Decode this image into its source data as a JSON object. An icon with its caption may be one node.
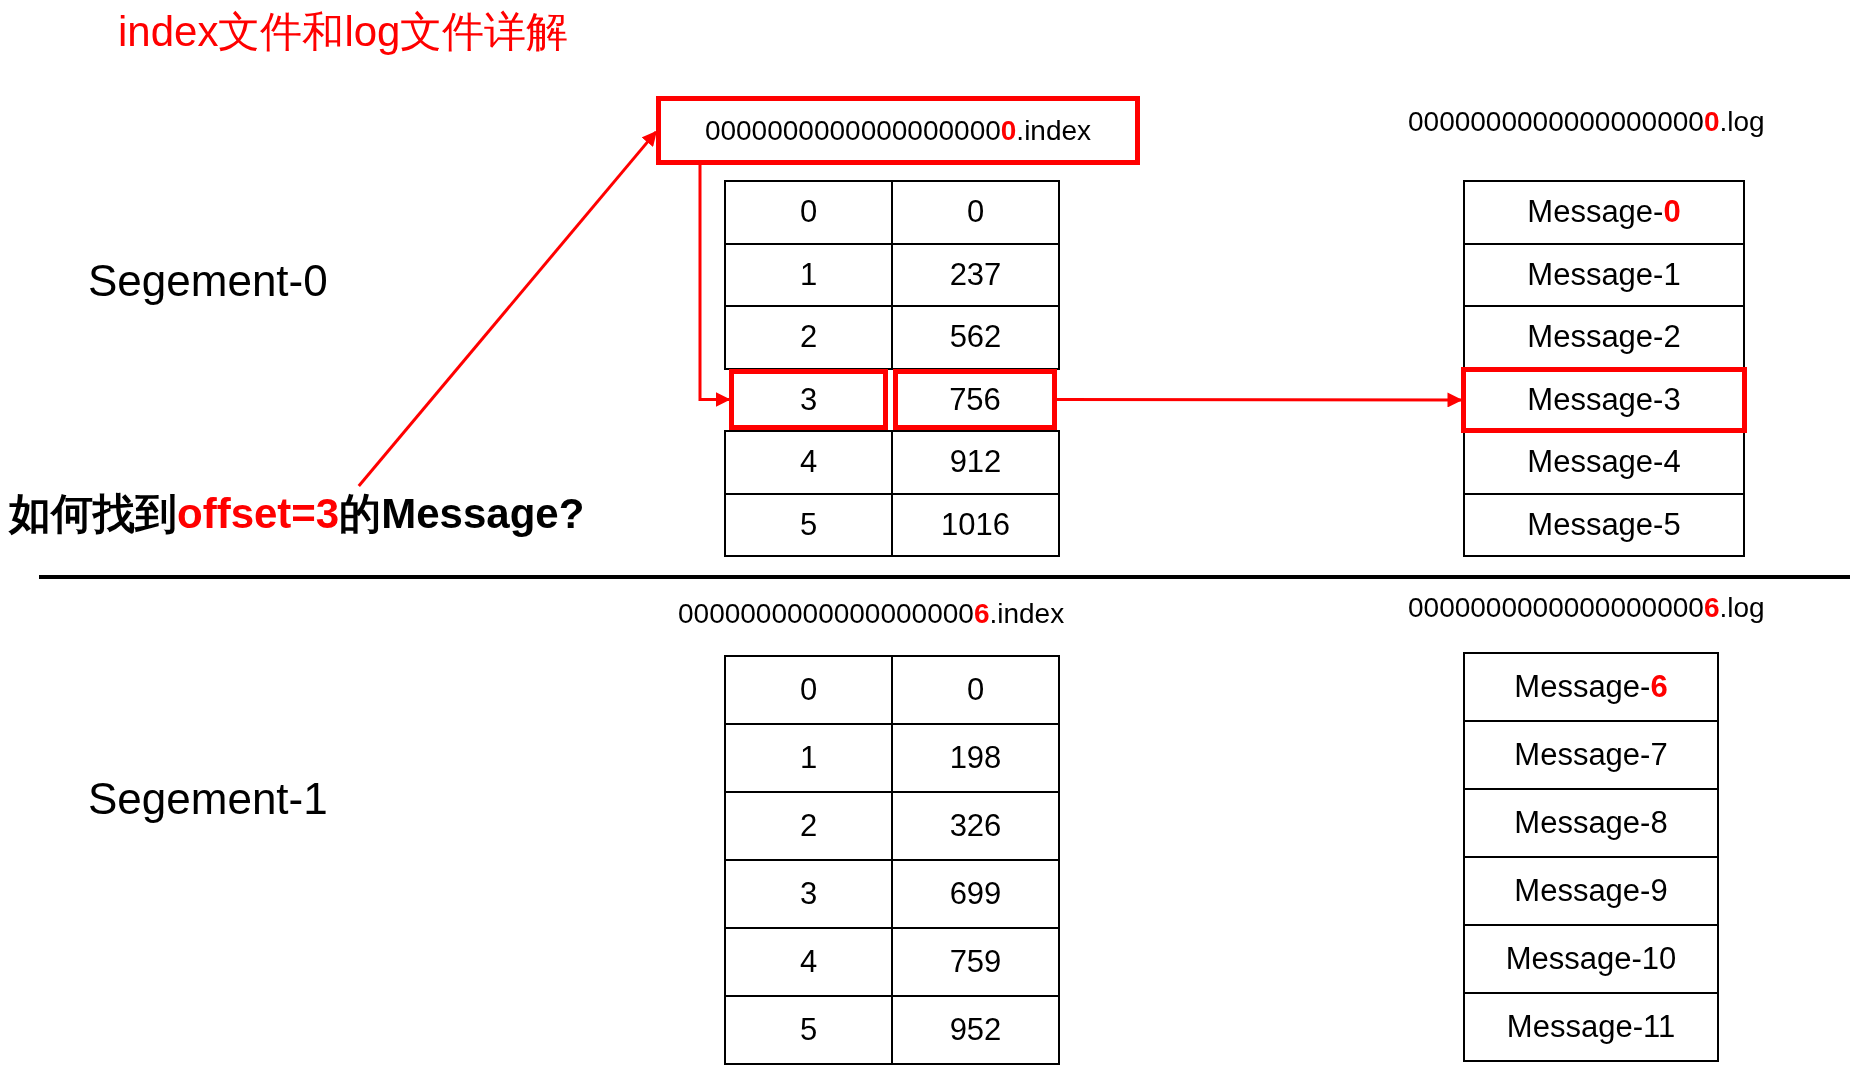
{
  "diagram": {
    "title": "index文件和log文件详解",
    "nodes": [
      {
        "text": [
          "0000000000000000000**0**.index"
        ]
      },
      {
        "text": [
          "0"
        ]
      },
      {
        "text": [
          "0"
        ]
      },
      {
        "text": [
          "1"
        ]
      },
      {
        "text": [
          "237"
        ]
      },
      {
        "text": [
          "2"
        ]
      },
      {
        "text": [
          "562"
        ]
      },
      {
        "text": [
          "3"
        ]
      },
      {
        "text": [
          "756"
        ]
      },
      {
        "text": [
          "4"
        ]
      },
      {
        "text": [
          "912"
        ]
      },
      {
        "text": [
          "5"
        ]
      },
      {
        "text": [
          "1016"
        ]
      },
      {
        "text": [
          "Message-**0**"
        ]
      },
      {
        "text": [
          "Message-1"
        ]
      },
      {
        "text": [
          "Message-2"
        ]
      },
      {
        "text": [
          "Message-3"
        ]
      },
      {
        "text": [
          "Message-4"
        ]
      },
      {
        "text": [
          "Message-5"
        ]
      },
      {
        "text": [
          "如何找到**offset=3**的Message?"
        ]
      },
      {
        "text": [
          "0"
        ]
      },
      {
        "text": [
          "0"
        ]
      },
      {
        "text": [
          "1"
        ]
      },
      {
        "text": [
          "198"
        ]
      },
      {
        "text": [
          "2"
        ]
      },
      {
        "text": [
          "326"
        ]
      },
      {
        "text": [
          "3"
        ]
      },
      {
        "text": [
          "699"
        ]
      },
      {
        "text": [
          "4"
        ]
      },
      {
        "text": [
          "759"
        ]
      },
      {
        "text": [
          "5"
        ]
      },
      {
        "text": [
          "952"
        ]
      },
      {
        "text": [
          "Message-**6**"
        ]
      },
      {
        "text": [
          "Message-7"
        ]
      },
      {
        "text": [
          "Message-8"
        ]
      },
      {
        "text": [
          "Message-9"
        ]
      },
      {
        "text": [
          "Message-10"
        ]
      },
      {
        "text": [
          "Message-11"
        ]
      }
    ],
    "edges": [
      {
        "from": 19,
        "to": 0,
        "arrow": "to"
      },
      {
        "from": 0,
        "to": 7,
        "arrow": "to"
      },
      {
        "from": 8,
        "to": 16,
        "arrow": "to"
      }
    ],
    "labels": [
      "0000000000000000000**0**.log",
      "Segement-0",
      "0000000000000000000**6**.index",
      "0000000000000000000**6**.log",
      "Segement-1"
    ]
  }
}
